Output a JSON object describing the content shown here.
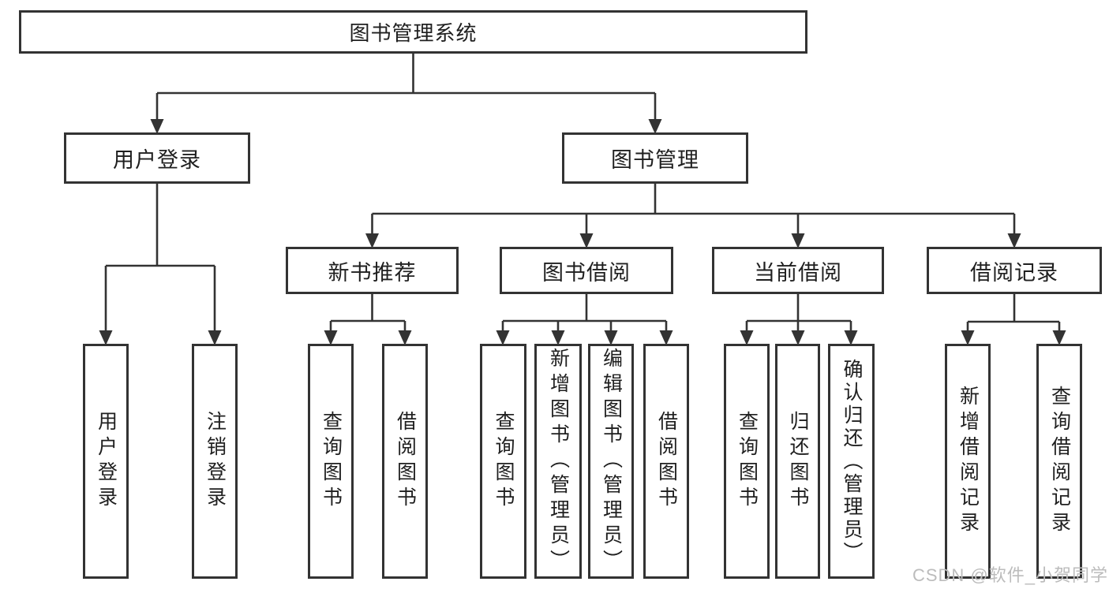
{
  "diagram": {
    "type": "hierarchy",
    "root": {
      "label": "图书管理系统",
      "children": [
        {
          "label": "用户登录",
          "children": [
            {
              "label": "用户登录"
            },
            {
              "label": "注销登录"
            }
          ]
        },
        {
          "label": "图书管理",
          "children": [
            {
              "label": "新书推荐",
              "children": [
                {
                  "label": "查询图书"
                },
                {
                  "label": "借阅图书"
                }
              ]
            },
            {
              "label": "图书借阅",
              "children": [
                {
                  "label": "查询图书"
                },
                {
                  "label": "新增图书（管理员）"
                },
                {
                  "label": "编辑图书（管理员）"
                },
                {
                  "label": "借阅图书"
                }
              ]
            },
            {
              "label": "当前借阅",
              "children": [
                {
                  "label": "查询图书"
                },
                {
                  "label": "归还图书"
                },
                {
                  "label": "确认归还（管理员）"
                }
              ]
            },
            {
              "label": "借阅记录",
              "children": [
                {
                  "label": "新增借阅记录"
                },
                {
                  "label": "查询借阅记录"
                }
              ]
            }
          ]
        }
      ]
    },
    "line_color": "#333333",
    "box_background": "#ffffff"
  },
  "watermark": {
    "text": "CSDN @软件_小贺同学"
  }
}
